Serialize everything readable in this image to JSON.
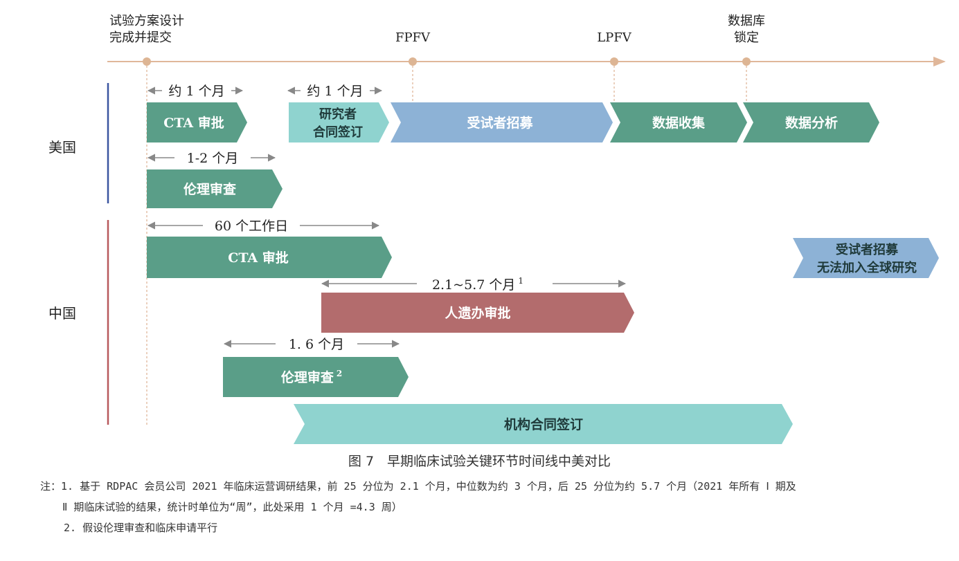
{
  "colors": {
    "green": "#5a9e88",
    "teal_light": "#8fd3cf",
    "blue": "#8db2d6",
    "red": "#b36c6d",
    "axis": "#e0b79a",
    "us_line": "#3b55a0",
    "cn_line": "#b8595c",
    "arrow": "#888888"
  },
  "timeline": {
    "milestones": [
      {
        "label_line1": "试验方案设计",
        "label_line2": "完成并提交"
      },
      {
        "label_line1": "FPFV",
        "label_line2": ""
      },
      {
        "label_line1": "LPFV",
        "label_line2": ""
      },
      {
        "label_line1": "数据库",
        "label_line2": "锁定"
      }
    ]
  },
  "regions": {
    "us": {
      "label": "美国"
    },
    "cn": {
      "label": "中国"
    }
  },
  "durations": {
    "us_cta": "约 1 个月",
    "us_contract": "约 1 个月",
    "us_ethics": "1-2 个月",
    "cn_cta": "60 个工作日",
    "cn_hgrac": "2.1~5.7 个月",
    "cn_hgrac_sup": "1",
    "cn_ethics": "1. 6 个月"
  },
  "bars": {
    "us_cta": "CTA 审批",
    "us_contract_line1": "研究者",
    "us_contract_line2": "合同签订",
    "us_recruit": "受试者招募",
    "us_collect": "数据收集",
    "us_analysis": "数据分析",
    "us_ethics": "伦理审查",
    "cn_cta": "CTA 审批",
    "cn_recruit_line1": "受试者招募",
    "cn_recruit_line2": "无法加入全球研究",
    "cn_hgrac": "人遗办审批",
    "cn_ethics": "伦理审查",
    "cn_ethics_sup": "2",
    "cn_institution": "机构合同签订"
  },
  "caption": "图 7　早期临床试验关键环节时间线中美对比",
  "notes": {
    "prefix": "注：",
    "note1_line1": "1. 基于 RDPAC 会员公司 2021 年临床运营调研结果，前 25 分位为 2.1 个月，中位数为约 3 个月，后 25 分位为约 5.7 个月（2021 年所有 Ⅰ 期及",
    "note1_line2": "Ⅱ 期临床试验的结果，统计时单位为“周”，此处采用 1 个月 =4.3 周）",
    "note2": "2. 假设伦理审查和临床申请平行"
  }
}
